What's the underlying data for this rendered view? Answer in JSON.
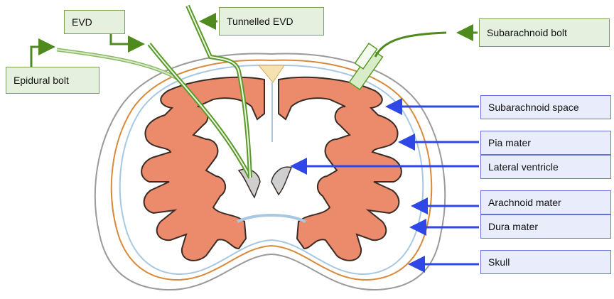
{
  "labels": {
    "evd": "EVD",
    "tunnelled_evd": "Tunnelled EVD",
    "subarachnoid_bolt": "Subarachnoid bolt",
    "epidural_bolt": "Epidural bolt",
    "subarachnoid_space": "Subarachnoid space",
    "pia_mater": "Pia mater",
    "lateral_ventricle": "Lateral ventricle",
    "arachnoid_mater": "Arachnoid mater",
    "dura_mater": "Dura mater",
    "skull": "Skull"
  },
  "colors": {
    "device_arrow": "#4e8a1e",
    "anatomy_arrow": "#2f47e6",
    "device_fill": "#e6f0df",
    "anatomy_fill": "#e9ecfb",
    "cortex": "#ec8a6c",
    "cortex_outline": "#3a2d25",
    "dura": "#d88a3a",
    "arachnoid": "#a8c8e2",
    "skull": "#9a9a9a",
    "ventricle": "#cfcfcf",
    "catheter": "#5a9a2a"
  }
}
